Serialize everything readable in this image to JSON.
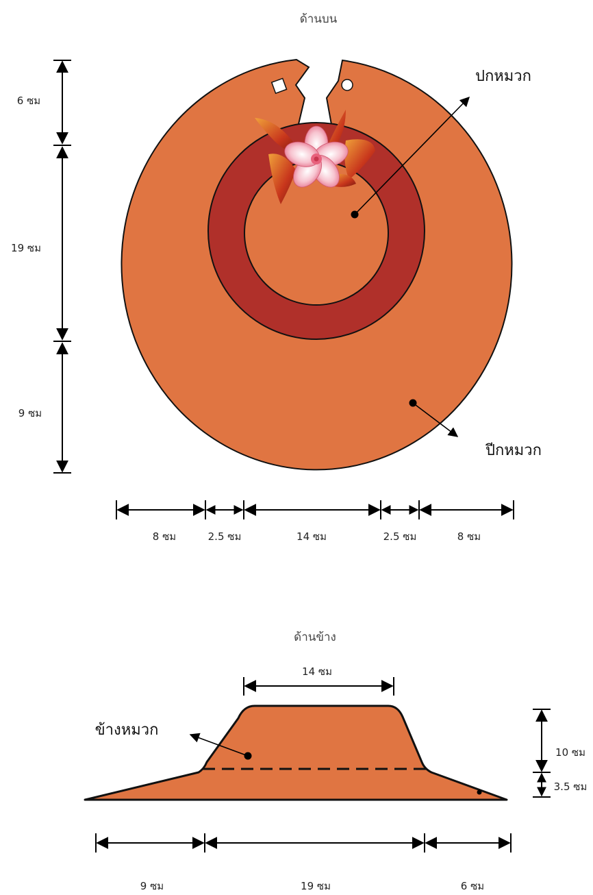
{
  "top_view": {
    "title": "ด้านบน",
    "labels": {
      "crown": "ปกหมวก",
      "brim": "ปีกหมวก"
    },
    "vertical_dims": [
      "6 ซม",
      "19 ซม",
      "9 ซม"
    ],
    "horizontal_dims": [
      "8 ซม",
      "2.5 ซม",
      "14 ซม",
      "2.5 ซม",
      "8 ซม"
    ]
  },
  "side_view": {
    "title": "ด้านข้าง",
    "labels": {
      "side": "ข้างหมวก"
    },
    "top_dim": "14 ซม",
    "right_dims": [
      "10 ซม",
      "3.5 ซม"
    ],
    "bottom_dims": [
      "9 ซม",
      "19 ซม",
      "6 ซม"
    ]
  },
  "colors": {
    "hat": "#E07542",
    "band": "#B0302A",
    "outline": "#111111"
  }
}
